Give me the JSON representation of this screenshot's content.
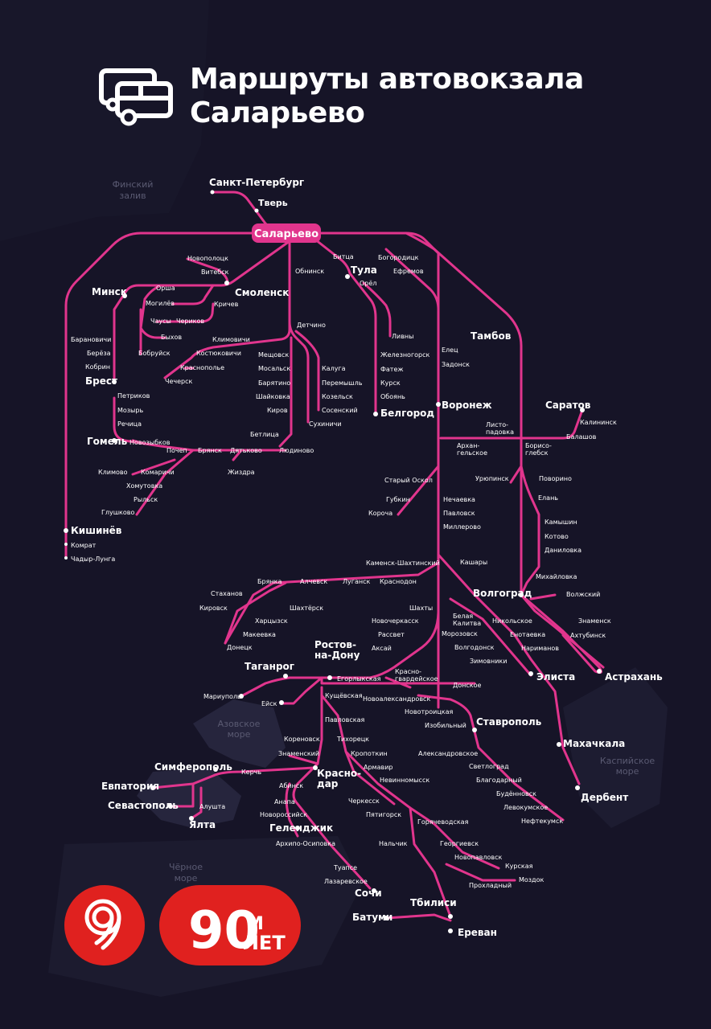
{
  "title": {
    "line1": "Маршруты автовокзала",
    "line2": "Саларьево"
  },
  "colors": {
    "background": "#161427",
    "route": "#e1358d",
    "land": "#1f1e33",
    "water_label": "#53536a",
    "hub_fill": "#e1358d"
  },
  "hub": {
    "label": "Саларьево"
  },
  "water_labels": [
    {
      "id": "finsky",
      "lines": [
        "Финский",
        "залив"
      ]
    },
    {
      "id": "azov",
      "lines": [
        "Азовское",
        "море"
      ]
    },
    {
      "id": "black",
      "lines": [
        "Чёрное",
        "море"
      ]
    },
    {
      "id": "caspian",
      "lines": [
        "Каспийское",
        "море"
      ]
    }
  ],
  "stations": {
    "spb": "Санкт-Петербург",
    "tver": "Тверь",
    "novopolotsk": "Новополоцк",
    "vitebsk": "Витебск",
    "smolensk": "Смоленск",
    "minsk": "Минск",
    "orsha": "Орша",
    "mogilev": "Могилёв",
    "krichev": "Кричев",
    "chausy": "Чаусы",
    "cherikov": "Чериков",
    "bykhov": "Быхов",
    "bobruysk": "Бобруйск",
    "klimovichi": "Климовичи",
    "kostyukovichi": "Костюковичи",
    "krasnopolye": "Краснополье",
    "chechersk": "Чечерск",
    "baranovichi": "Барановичи",
    "bereza": "Берёза",
    "kobrin": "Кобрин",
    "brest": "Брест",
    "petrikov": "Петриков",
    "mozyr": "Мозырь",
    "rechitsa": "Речица",
    "gomel": "Гомель",
    "novozybkov": "Новозыбков",
    "pochep": "Почеп",
    "bryansk": "Брянск",
    "dyatkovo": "Дятьково",
    "lyudinovo": "Людиново",
    "klimovo": "Климово",
    "komarichi": "Комаричи",
    "khomutovka": "Хомутовка",
    "rylsk": "Рыльск",
    "glushkovo": "Глушково",
    "zhizdra": "Жиздра",
    "kishinev": "Кишинёв",
    "komrat": "Комрат",
    "chadyr": "Чадыр-Лунга",
    "obninsk": "Обнинск",
    "detchino": "Детчино",
    "meshchovsk": "Мещовск",
    "mosalsk": "Мосальск",
    "baryatino": "Барятино",
    "shaykovka": "Шайковка",
    "kirov": "Киров",
    "betlitsa": "Бетлица",
    "kaluga": "Калуга",
    "peremyshl": "Перемышль",
    "kozelsk": "Козельск",
    "sosensky": "Сосенский",
    "sukhinichi": "Сухиничи",
    "bitsa": "Битца",
    "tula": "Тула",
    "orel": "Орёл",
    "livny": "Ливны",
    "zheleznogorsk": "Железногорск",
    "fatezh": "Фатеж",
    "kursk": "Курск",
    "oboyan": "Обоянь",
    "belgorod": "Белгород",
    "bogoroditsk": "Богородицк",
    "efremov": "Ефремов",
    "yelets": "Елец",
    "zadonsk": "Задонск",
    "voronezh": "Воронеж",
    "tambov": "Тамбов",
    "saratov": "Саратов",
    "kalininsk": "Калининск",
    "balashov": "Балашов",
    "listopadovka": "Листо-\nпадовка",
    "arkhangelskoe": "Архан-\nгельское",
    "borisoglebsk": "Борисо-\nглебск",
    "uryupinsk": "Урюпинск",
    "povorino": "Поворино",
    "elan": "Елань",
    "kamyshin": "Камышин",
    "kotovo": "Котово",
    "danilovka": "Даниловка",
    "mikhaylovka": "Михайловка",
    "volzhsky": "Волжский",
    "volgograd": "Волгоград",
    "znamensk": "Знаменск",
    "akhtubinsk": "Ахтубинск",
    "astrakhan": "Астрахань",
    "stary_oskol": "Старый Оскол",
    "gubkin": "Губкин",
    "korocha": "Короча",
    "nechaevka": "Нечаевка",
    "pavlovsk": "Павловск",
    "millerovo": "Миллерово",
    "kashary": "Кашары",
    "kamensk": "Каменск-Шахтинский",
    "krasnodon": "Краснодон",
    "lugansk": "Луганск",
    "alchevsk": "Алчевск",
    "bryanka": "Брянка",
    "stakhanov": "Стаханов",
    "kirovsk": "Кировск",
    "shakhtersk": "Шахтёрск",
    "khartsyzsk": "Харцызск",
    "makeevka": "Макеевка",
    "donetsk": "Донецк",
    "shakhty": "Шахты",
    "novocherkassk": "Новочеркасск",
    "rassvet": "Рассвет",
    "aksay": "Аксай",
    "belaya_kalitva": "Белая\nКалитва",
    "morozovsk": "Морозовск",
    "volgodonsk": "Волгодонск",
    "zimovniki": "Зимовники",
    "nikolskoe": "Никольское",
    "enotaevka": "Енотаевка",
    "narimanov": "Нариманов",
    "elista": "Элиста",
    "makhachkala": "Махачкала",
    "derbent": "Дербент",
    "rostov": "Ростов-\nна-Дону",
    "taganrog": "Таганрог",
    "mariupol": "Мариуполь",
    "eysk": "Ейск",
    "egorlykskaya": "Егорлыкская",
    "krasnogvardeyskoe": "Красно-\nгвардейское",
    "donskoe": "Донское",
    "kushchevskaya": "Кущёвская",
    "novoaleksandrovsk": "Новоалександровск",
    "novotroitskaya": "Новотроицкая",
    "izobilny": "Изобильный",
    "stavropol": "Ставрополь",
    "aleksandrovskoe": "Александровское",
    "svetlograd": "Светлоград",
    "blagodarny": "Благодарный",
    "budennovsk": "Будённовск",
    "levokumskoe": "Левокумское",
    "neftekumsk": "Нефтекумск",
    "pavlovskaya": "Павловская",
    "korenovsk": "Кореновск",
    "tikhoretsk": "Тихорецк",
    "znamensky": "Знаменский",
    "kropotkin": "Кропоткин",
    "armavir": "Армавир",
    "nevinnomyssk": "Невинномысск",
    "krasnodar": "Красно-\nдар",
    "cherkessk": "Черкесск",
    "pyatigorsk": "Пятигорск",
    "goryachevodskaya": "Горячеводская",
    "nalchik": "Нальчик",
    "georgievsk": "Георгиевск",
    "novopavlovsk": "Новопавловск",
    "kurskaya": "Курская",
    "mozdok": "Моздок",
    "prokhladny": "Прохладный",
    "tbilisi": "Тбилиси",
    "erevan": "Ереван",
    "batumi": "Батуми",
    "abinsk": "Абинск",
    "anapa": "Анапа",
    "novorossiysk": "Новороссийск",
    "gelendzhik": "Геленджик",
    "arkhipo": "Архипо-Осиповка",
    "tuapse": "Туапсе",
    "lazarevskoe": "Лазаревское",
    "sochi": "Сочи",
    "kerch": "Керчь",
    "simferopol": "Симферополь",
    "evpatoriya": "Евпатория",
    "sevastopol": "Севастополь",
    "alushta": "Алушта",
    "yalta": "Ялта"
  },
  "badge": {
    "number": "90",
    "suffix_top": "М",
    "suffix_bottom": "ЛЕТ"
  }
}
